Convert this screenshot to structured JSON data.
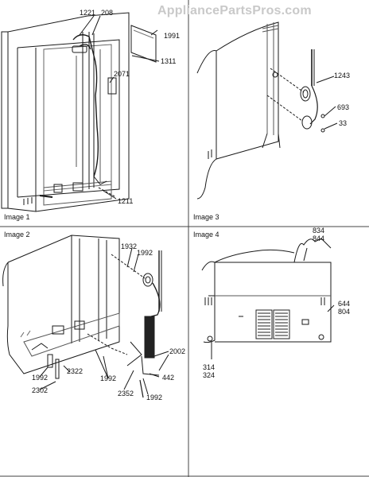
{
  "watermark": "AppliancePartsPros.com",
  "panels": [
    {
      "title": "Image 1",
      "callouts": [
        "1221",
        "208",
        "1991",
        "1311",
        "2071",
        "1211"
      ]
    },
    {
      "title": "Image 3",
      "callouts": [
        "1243",
        "693",
        "33"
      ]
    },
    {
      "title": "Image 2",
      "callouts": [
        "1932",
        "1992",
        "2002",
        "442",
        "1992",
        "2352",
        "1992",
        "2322",
        "1992",
        "2302"
      ]
    },
    {
      "title": "Image 4",
      "callouts": [
        "834\n844",
        "644\n804",
        "314\n324"
      ]
    }
  ]
}
